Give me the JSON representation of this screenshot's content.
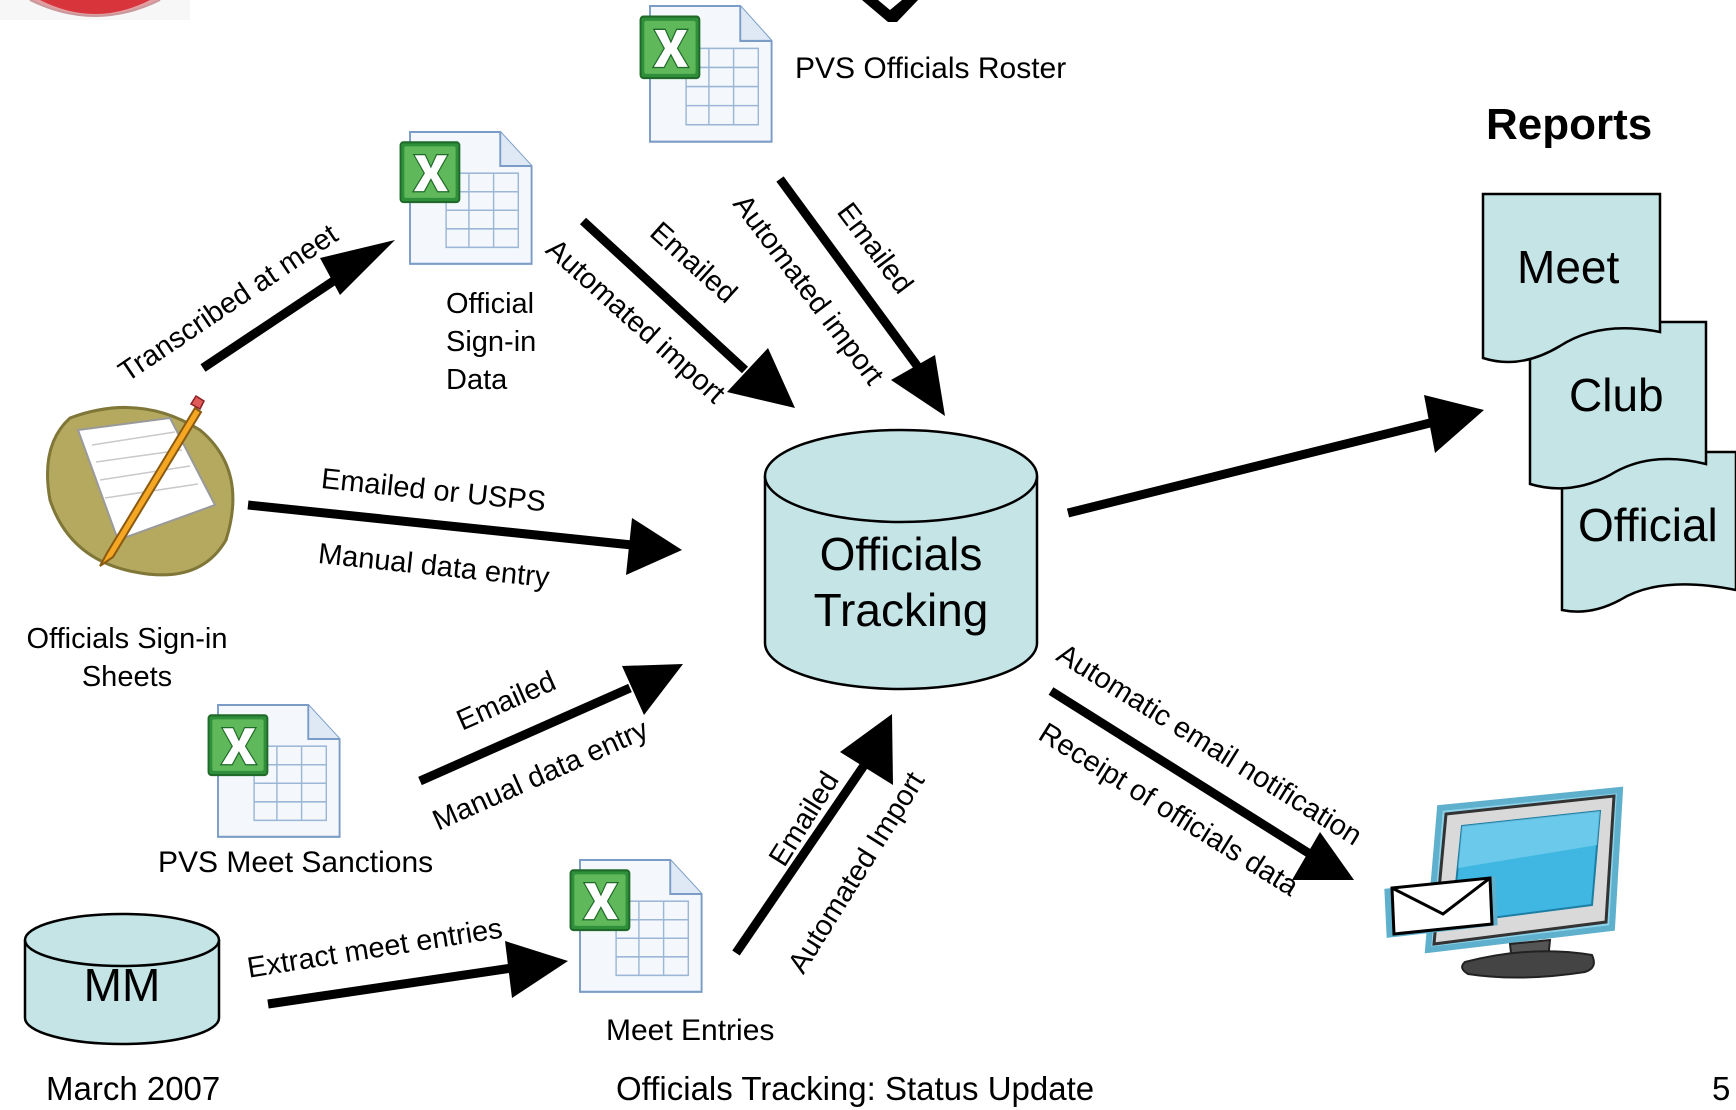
{
  "sources": {
    "roster": "PVS Officials Roster",
    "signin_data": "Official Sign-in Data",
    "signin_sheets": "Officials Sign-in Sheets",
    "meet_sanctions": "PVS Meet Sanctions",
    "mm": "MM",
    "meet_entries": "Meet Entries"
  },
  "center": {
    "line1": "Officials",
    "line2": "Tracking"
  },
  "reports": {
    "title": "Reports",
    "items": [
      "Meet",
      "Club",
      "Official"
    ]
  },
  "flows": {
    "transcribed": "Transcribed at meet",
    "signin_emailed": "Emailed",
    "signin_import": "Automated import",
    "roster_emailed": "Emailed",
    "roster_import": "Automated import",
    "sheets_top": "Emailed  or  USPS",
    "sheets_bottom": "Manual data entry",
    "sanctions_top": "Emailed",
    "sanctions_bottom": "Manual data entry",
    "mm_extract": "Extract meet entries",
    "entries_emailed": "Emailed",
    "entries_import": "Automated Import",
    "auto_email": "Automatic email notification",
    "receipt": "Receipt of officials data"
  },
  "footer": {
    "date": "March 2007",
    "title": "Officials Tracking:  Status Update",
    "page": "5"
  },
  "colors": {
    "db_fill": "#c5e4e6",
    "excel_green": "#2e8b2e",
    "arrow": "#000000"
  },
  "icons": [
    "logo",
    "spreadsheet-icon",
    "notepad-pencil-icon",
    "database-icon",
    "computer-monitor-icon",
    "envelope-icon",
    "report-document-icon"
  ]
}
